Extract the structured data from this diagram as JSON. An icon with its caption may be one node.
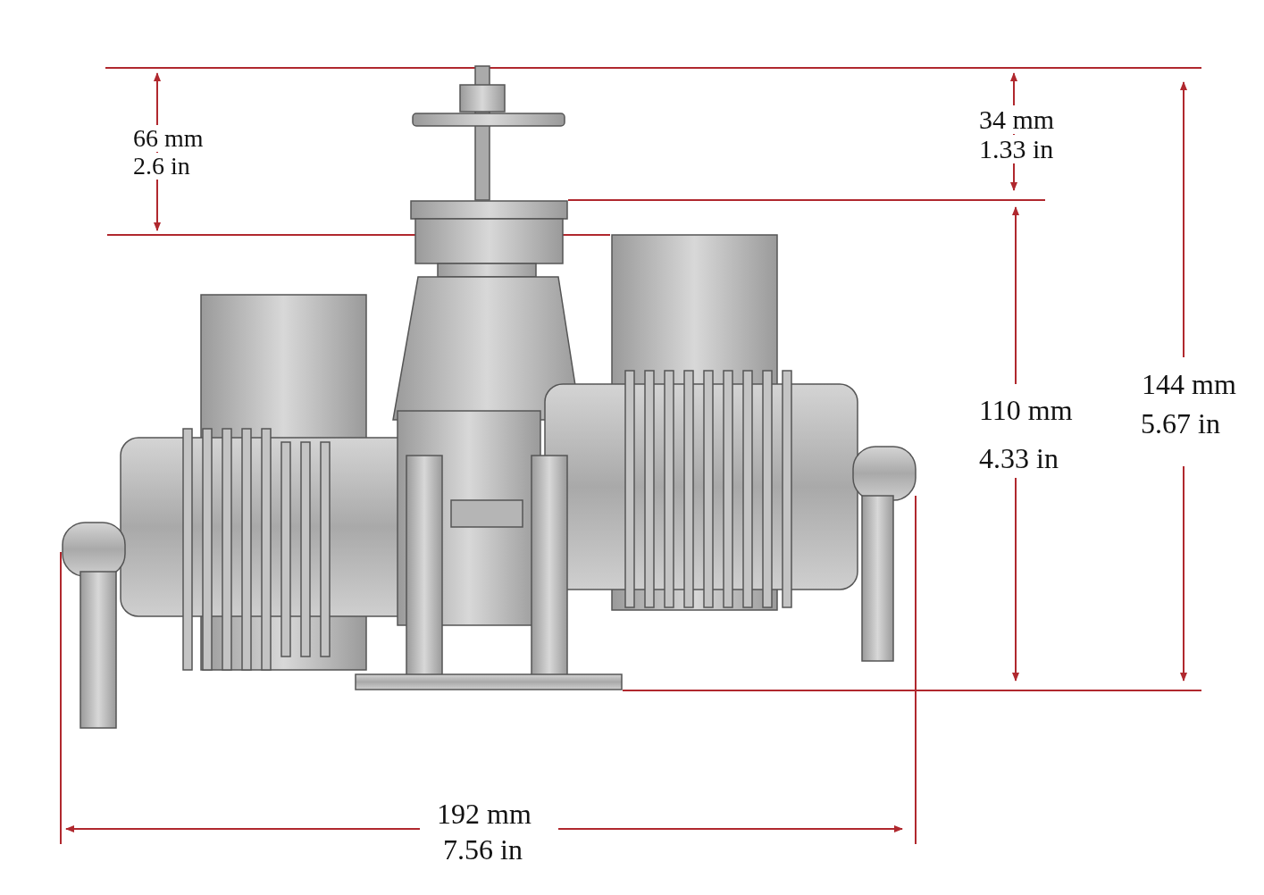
{
  "diagram": {
    "labels": [
      "66 mm",
      "2.6 in",
      "34 mm",
      "1.33 in",
      "144 mm",
      "5.67 in",
      "110 mm",
      "4.33 in",
      "192 mm",
      "7.56 in"
    ]
  }
}
